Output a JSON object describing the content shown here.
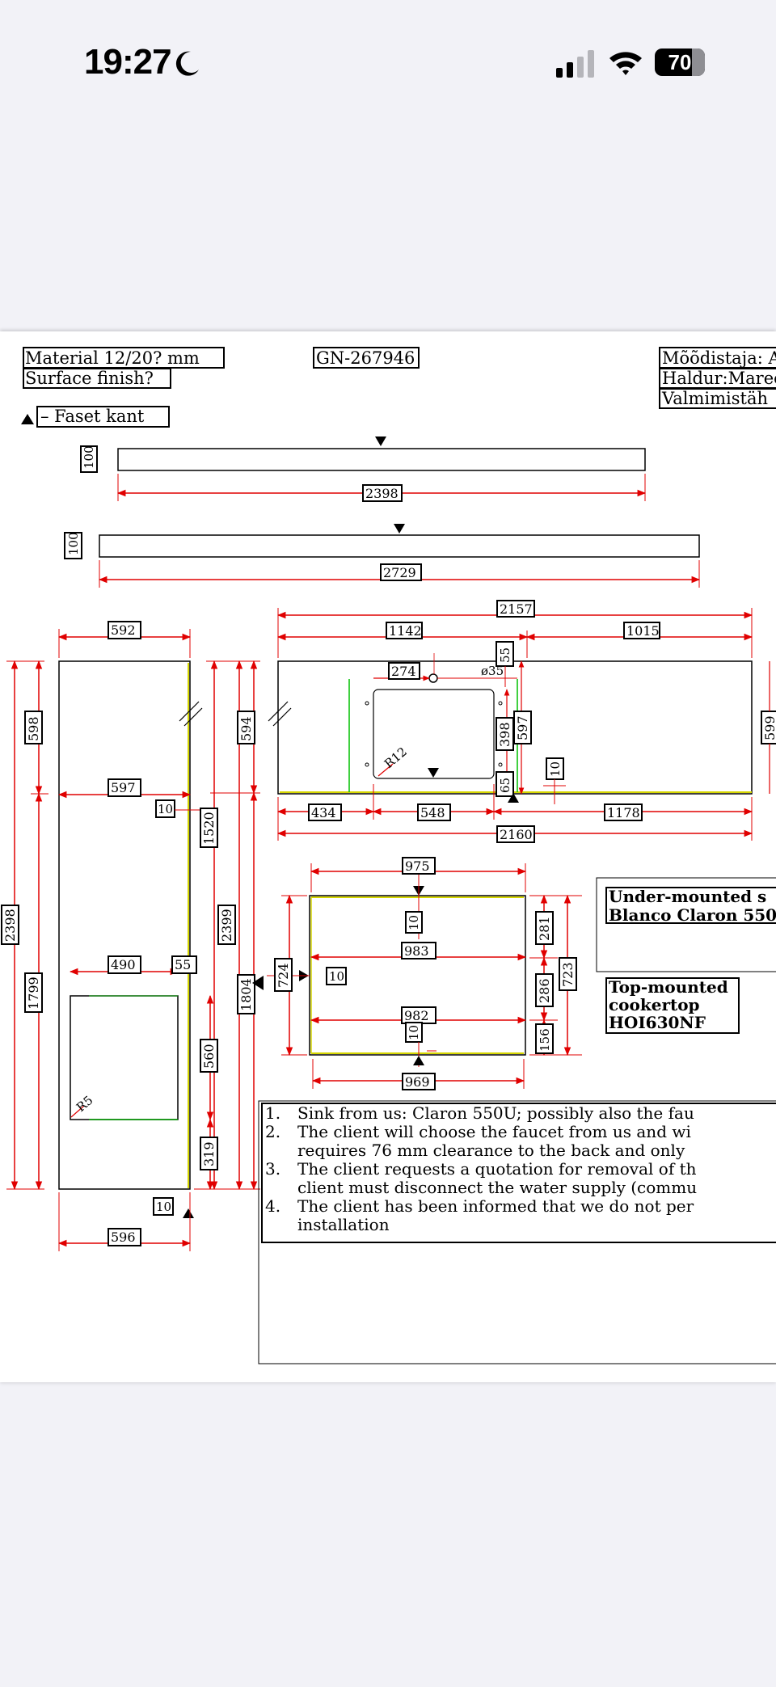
{
  "status_bar": {
    "time": "19:27",
    "battery": "70",
    "icons": [
      "moon-icon",
      "cellular-signal-icon",
      "wifi-icon",
      "battery-icon"
    ]
  },
  "drawing": {
    "header": {
      "material": "Material 12/20? mm",
      "surface": "Surface finish?",
      "order_no": "GN-267946",
      "measurer": "Mõõdistaja: A",
      "manager": "Haldur:Mareo",
      "manufacturer": "Valmimistäh",
      "legend_text": "– Faset kant"
    },
    "strip1": {
      "height": "100",
      "length": "2398"
    },
    "strip2": {
      "height": "100",
      "length": "2729"
    },
    "left_part": {
      "top_width": "592",
      "height_598": "598",
      "height_1799": "1799",
      "total_2398": "2398",
      "width_597": "597",
      "edge_10": "10",
      "height_1520": "1520",
      "height_2399": "2399",
      "height_594": "594",
      "width_490": "490",
      "offset_55": "55",
      "height_1804": "1804",
      "height_560": "560",
      "height_319": "319",
      "radius": "R5",
      "bottom_edge": "10",
      "bottom_width": "596"
    },
    "sink_part": {
      "total_2157": "2157",
      "width_1142": "1142",
      "width_1015": "1015",
      "offset_55": "55",
      "width_274": "274",
      "hole": "ø35",
      "height_398": "398",
      "height_597": "597",
      "height_599": "599",
      "edge_10": "10",
      "offset_65": "65",
      "radius": "R12",
      "width_434": "434",
      "width_548": "548",
      "width_1178": "1178",
      "total_2160": "2160"
    },
    "cooker_part": {
      "top_975": "975",
      "offset_10": "10",
      "width_983": "983",
      "width_982": "982",
      "left_10": "10",
      "bottom_10": "10",
      "height_724": "724",
      "height_281": "281",
      "height_286": "286",
      "height_156": "156",
      "height_723": "723",
      "bottom_969": "969"
    },
    "info_boxes": {
      "sink_line1": "Under-mounted s",
      "sink_line2": "Blanco Claron 550",
      "cooker_line1": "Top-mounted",
      "cooker_line2": "cookertop",
      "cooker_line3": "HOI630NF"
    },
    "notes": [
      {
        "num": "1.",
        "lines": [
          "Sink from us: Claron 550U; possibly also the fau"
        ]
      },
      {
        "num": "2.",
        "lines": [
          "The client will choose the faucet from us and wi",
          "requires 76 mm clearance to the back and only"
        ]
      },
      {
        "num": "3.",
        "lines": [
          "The client requests a quotation for removal of th",
          "client must disconnect the water supply (commu"
        ]
      },
      {
        "num": "4.",
        "lines": [
          "The client has been informed that we do not per",
          "installation"
        ]
      }
    ]
  }
}
